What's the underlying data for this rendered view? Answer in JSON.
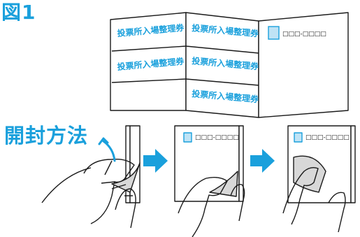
{
  "figure_label": "図1",
  "method_label": "開封方法",
  "ticket_text": "投票所入場整理券",
  "postcode_text": "□□□-□□□□",
  "colors": {
    "accent": "#1aa0dc",
    "ticket_text": "#1aa0dc",
    "line": "#1a1a1a",
    "stamp_box_fill": "#bfe3f5",
    "peel_fill": "#d8d8d8"
  },
  "icons": [
    "curved-arrow-icon",
    "right-arrow-icon"
  ]
}
